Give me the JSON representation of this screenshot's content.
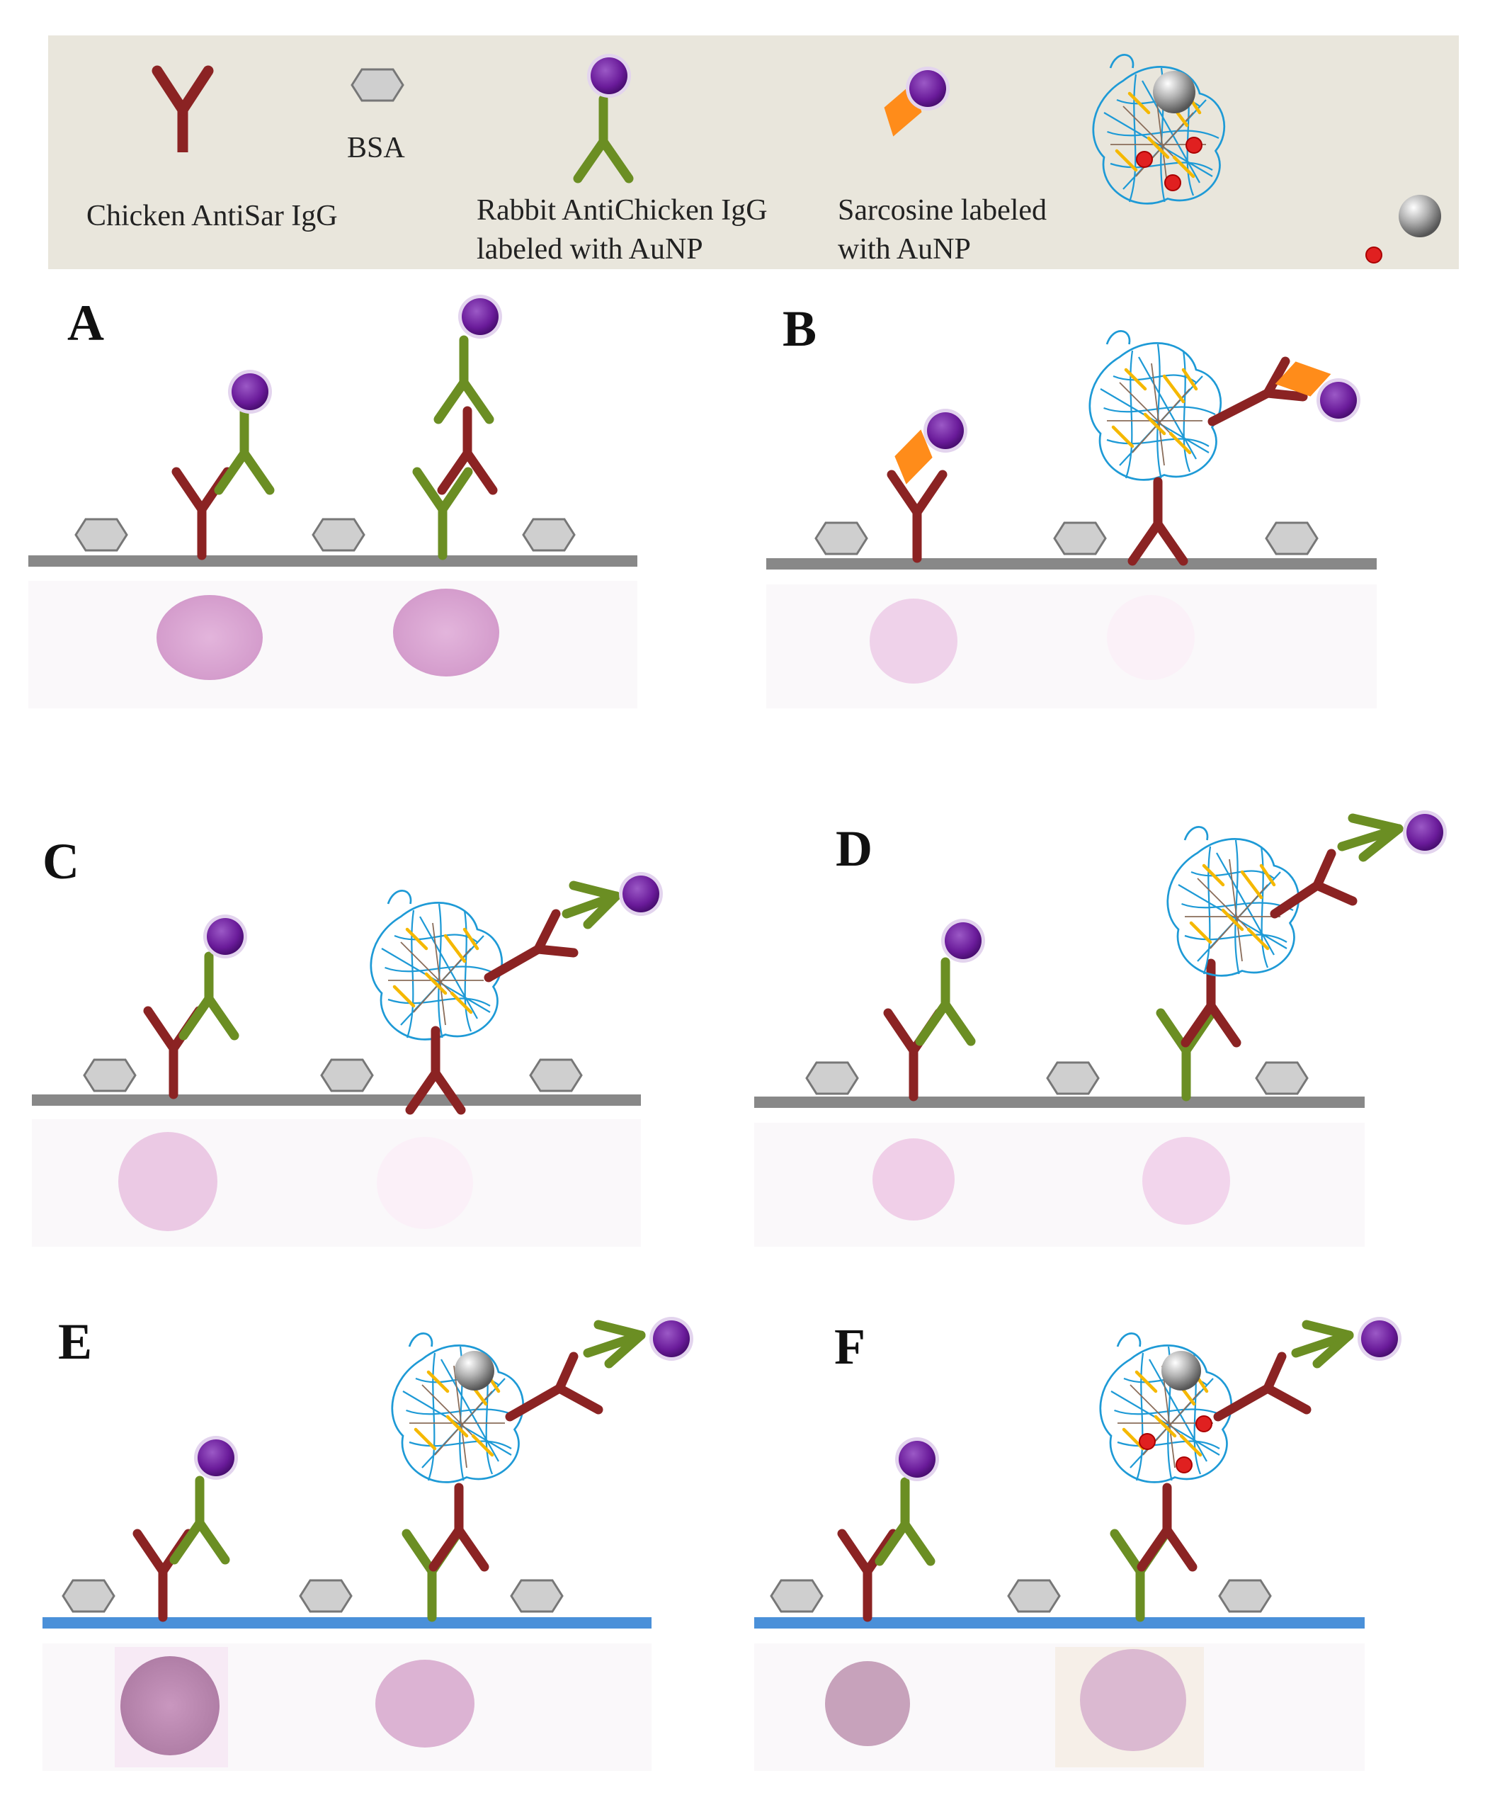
{
  "legend": {
    "chicken_igg": "Chicken AntiSar IgG",
    "bsa": "BSA",
    "rabbit_igg_line1": "Rabbit AntiChicken IgG",
    "rabbit_igg_line2": "labeled with AuNP",
    "sarcosine_line1": "Sarcosine labeled",
    "sarcosine_line2": "with AuNP"
  },
  "panels": [
    "A",
    "B",
    "C",
    "D",
    "E",
    "F"
  ],
  "colors": {
    "legend_bg": "#e9e6dc",
    "chicken_igg": "#8b2323",
    "rabbit_igg": "#6b8e23",
    "aunp": "#6a1b9a",
    "sarcosine": "#ff8c1a",
    "bsa": "#cfcfcf",
    "substrate_gray": "#888888",
    "substrate_blue": "#4a90d9",
    "hydrogel": "#1e9ad6",
    "hydrogel_crosslink": "#f5b800",
    "spot": "#d8a7d0"
  }
}
